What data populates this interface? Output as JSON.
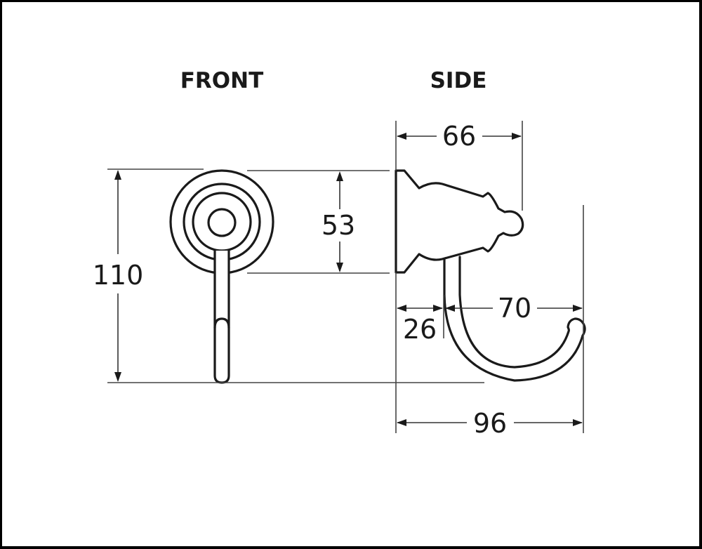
{
  "drawing": {
    "views": {
      "front": {
        "title": "FRONT"
      },
      "side": {
        "title": "SIDE"
      }
    },
    "dimensions": {
      "overall_height": "110",
      "backplate_height": "53",
      "projection_to_knob": "66",
      "wall_to_hook_stem": "26",
      "hook_reach": "70",
      "overall_depth": "96"
    },
    "colors": {
      "line": "#1a1a1a",
      "background": "#ffffff",
      "frame_border": "#000000"
    }
  }
}
